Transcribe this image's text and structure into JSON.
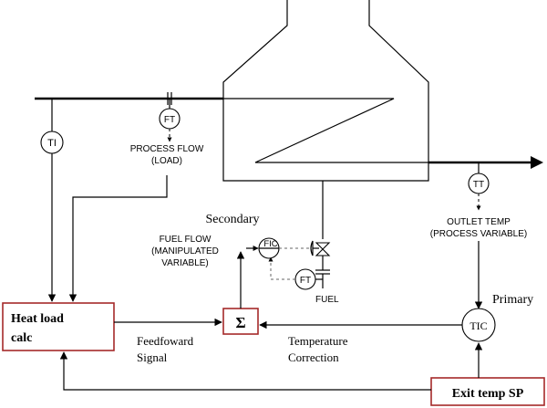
{
  "labels": {
    "ti": "TI",
    "ft_top": "FT",
    "process_flow_1": "PROCESS FLOW",
    "process_flow_2": "(LOAD)",
    "secondary": "Secondary",
    "fuel_flow_1": "FUEL FLOW",
    "fuel_flow_2": "(MANIPULATED",
    "fuel_flow_3": "VARIABLE)",
    "fic": "FIC",
    "ft_fuel": "FT",
    "fuel": "FUEL",
    "tt": "TT",
    "outlet_temp_1": "OUTLET TEMP",
    "outlet_temp_2": "(PROCESS VARIABLE)",
    "primary": "Primary",
    "heat_load_1": "Heat load",
    "heat_load_2": "calc",
    "sigma": "Σ",
    "tic": "TIC",
    "feedforward_1": "Feedfoward",
    "feedforward_2": "Signal",
    "temp_corr_1": "Temperature",
    "temp_corr_2": "Correction",
    "exit_sp": "Exit temp SP"
  },
  "colors": {
    "box_border": "#a52a2a",
    "line": "#000000"
  }
}
